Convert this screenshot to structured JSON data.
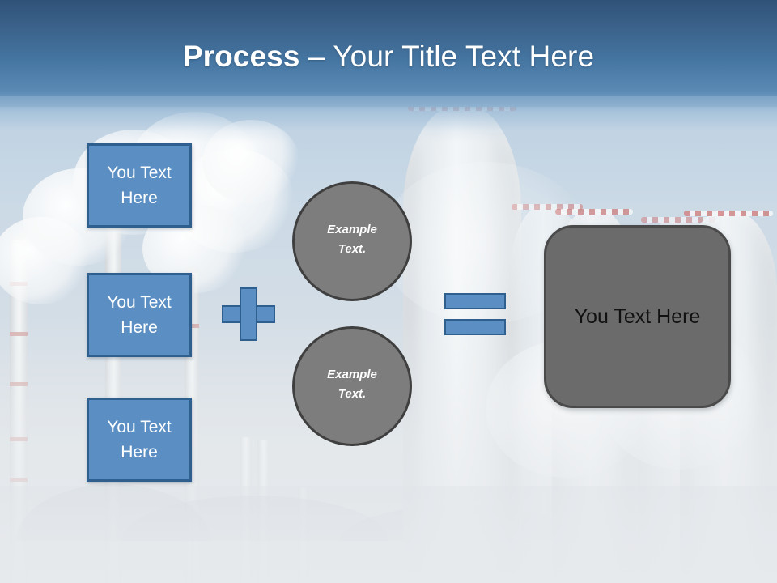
{
  "slide": {
    "title_strong": "Process",
    "title_rest": " – Your Title Text Here",
    "background_description": "industrial power plant with smokestacks and cooling towers"
  },
  "colors": {
    "header_top": "#2f5278",
    "header_bottom": "#7fa6c8",
    "accent_blue_fill": "#5b8fc4",
    "accent_blue_border": "#2f5f8e",
    "circle_gray_fill": "#7d7d7d",
    "circle_gray_border": "#3f3f3f",
    "result_gray_fill": "#6b6b6b",
    "result_gray_border": "#4a4a4a",
    "title_text": "#ffffff"
  },
  "inputs": {
    "boxes": [
      {
        "line1": "You Text",
        "line2": "Here"
      },
      {
        "line1": "You Text",
        "line2": "Here"
      },
      {
        "line1": "You Text",
        "line2": "Here"
      }
    ]
  },
  "operators": {
    "plus": "+",
    "equals": "="
  },
  "circles": [
    {
      "line1": "Example",
      "line2": "Text."
    },
    {
      "line1": "Example",
      "line2": "Text."
    }
  ],
  "result": {
    "label": "You Text Here"
  }
}
